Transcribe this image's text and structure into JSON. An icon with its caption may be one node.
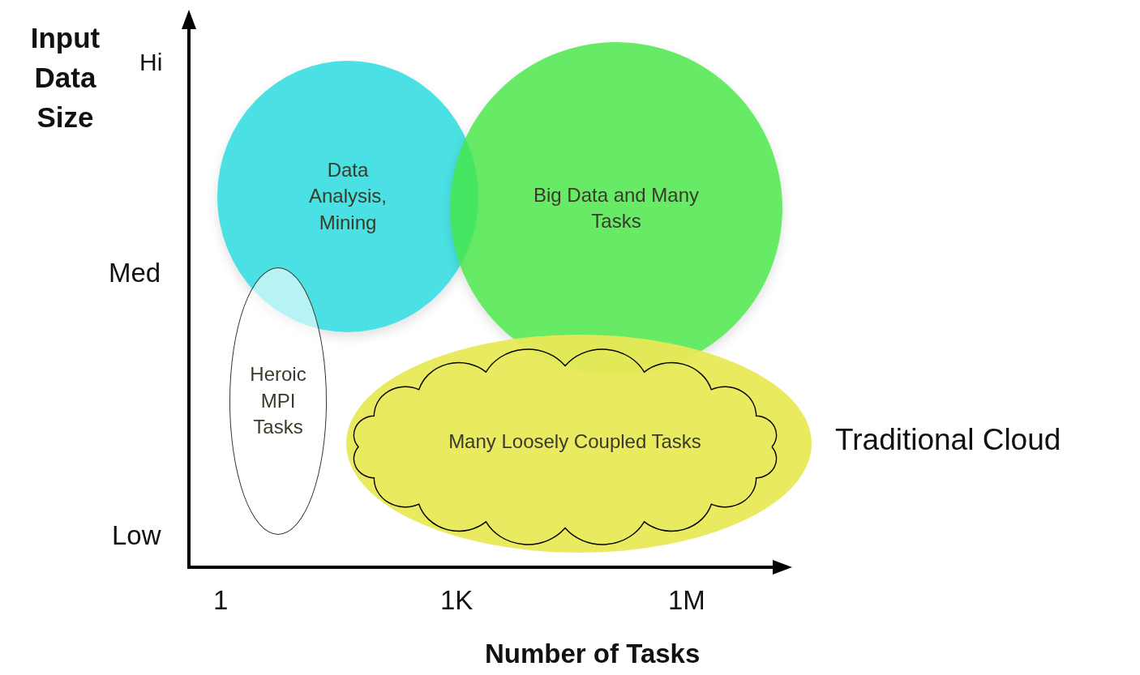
{
  "diagram": {
    "nodes": [
      {
        "text": [
          "Data Analysis, Mining"
        ]
      },
      {
        "text": [
          "Big Data and Many Tasks"
        ]
      },
      {
        "text": [
          "Heroic MPI Tasks"
        ]
      },
      {
        "text": [
          "Many Loosely Coupled Tasks"
        ],
        "beside": [
          "Traditional Cloud"
        ]
      }
    ],
    "labels": [
      "Input Data Size",
      "Hi",
      "Med",
      "Low",
      "1",
      "1K",
      "1M",
      "Number of Tasks"
    ]
  }
}
